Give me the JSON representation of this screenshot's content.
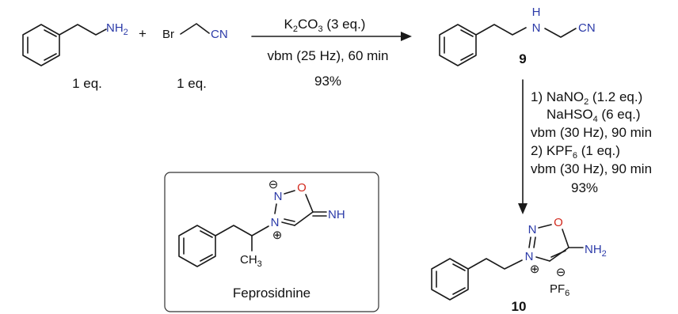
{
  "colors": {
    "nitrogen": "#2b3aa8",
    "oxygen": "#d22a1e",
    "bond": "#1a1a1a"
  },
  "reactants": {
    "amine_label": "NH",
    "amine_sub": "2",
    "plus": "+",
    "bromo": "Br",
    "nitrile": "CN",
    "eq1": "1 eq.",
    "eq2": "1 eq."
  },
  "step1": {
    "reagent": "K",
    "reagent_sub": "2",
    "reagent_rest": "CO",
    "reagent_sub2": "3",
    "reagent_tail": " (3 eq.)",
    "conditions": "vbm (25 Hz), 60 min",
    "yield": "93%"
  },
  "product9": {
    "h": "H",
    "n": "N",
    "cn": "CN",
    "number": "9"
  },
  "step2": {
    "line1_a": "1) NaNO",
    "line1_sub": "2",
    "line1_b": " (1.2 eq.)",
    "line2_a": "NaHSO",
    "line2_sub": "4",
    "line2_b": " (6 eq.)",
    "line3": "vbm (30 Hz), 90 min",
    "line4_a": "2) KPF",
    "line4_sub": "6",
    "line4_b": " (1 eq.)",
    "line5": "vbm (30 Hz), 90 min",
    "yield": "93%"
  },
  "feprosidnine": {
    "name": "Feprosidnine",
    "n2": "N",
    "o": "O",
    "n3": "N",
    "imine": "NH",
    "ch3": "CH",
    "ch3_sub": "3",
    "minus": "⊖",
    "plus": "⊕"
  },
  "product10": {
    "n2": "N",
    "o": "O",
    "n3": "N",
    "amine": "NH",
    "amine_sub": "2",
    "plus": "⊕",
    "minus": "⊖",
    "pf": "PF",
    "pf_sub": "6",
    "number": "10"
  }
}
